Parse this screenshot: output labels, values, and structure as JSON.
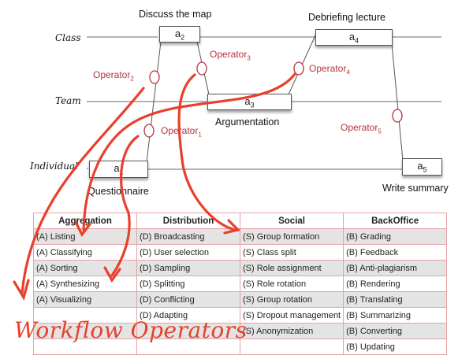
{
  "lanes": [
    "Class",
    "Team",
    "Individual"
  ],
  "activities": [
    {
      "id": "a1",
      "label": "a",
      "sub": "1",
      "title": "Questionnaire",
      "lane": "Individual"
    },
    {
      "id": "a2",
      "label": "a",
      "sub": "2",
      "title": "Discuss the map",
      "lane": "Class"
    },
    {
      "id": "a3",
      "label": "a",
      "sub": "3",
      "title": "Argumentation",
      "lane": "Team"
    },
    {
      "id": "a4",
      "label": "a",
      "sub": "4",
      "title": "Debriefing lecture",
      "lane": "Class"
    },
    {
      "id": "a5",
      "label": "a",
      "sub": "5",
      "title": "Write summary",
      "lane": "Individual"
    }
  ],
  "operators": [
    {
      "label": "Operator",
      "sub": "1"
    },
    {
      "label": "Operator",
      "sub": "2"
    },
    {
      "label": "Operator",
      "sub": "3"
    },
    {
      "label": "Operator",
      "sub": "4"
    },
    {
      "label": "Operator",
      "sub": "5"
    }
  ],
  "table": {
    "headers": [
      "Aggregation",
      "Distribution",
      "Social",
      "BackOffice"
    ],
    "rows": [
      [
        "(A) Listing",
        "(D) Broadcasting",
        "(S) Group formation",
        "(B) Grading"
      ],
      [
        "(A) Classifying",
        "(D) User selection",
        "(S) Class split",
        "(B) Feedback"
      ],
      [
        "(A) Sorting",
        "(D) Sampling",
        "(S) Role assignment",
        "(B) Anti-plagiarism"
      ],
      [
        "(A) Synthesizing",
        "(D) Splitting",
        "(S) Role rotation",
        "(B) Rendering"
      ],
      [
        "(A) Visualizing",
        "(D) Conflicting",
        "(S) Group rotation",
        "(B) Translating"
      ],
      [
        "",
        "(D) Adapting",
        "(S) Dropout management",
        "(B) Summarizing"
      ],
      [
        "",
        "",
        "(S) Anonymization",
        "(B) Converting"
      ],
      [
        "",
        "",
        "",
        "(B) Updating"
      ]
    ]
  },
  "annotation": "Workflow Operators",
  "colors": {
    "operator": "#b5343c",
    "annotation": "#e8402c",
    "grid": "#e5a3a6"
  }
}
